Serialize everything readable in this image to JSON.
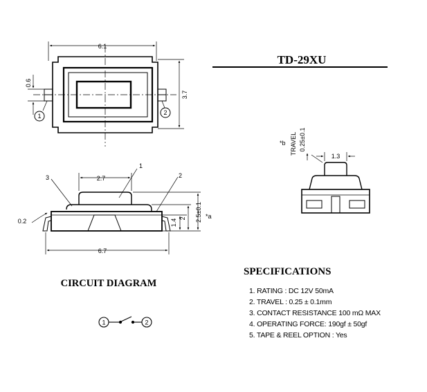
{
  "title": "TD-29XU",
  "top_view": {
    "dim_width": "6.1",
    "dim_height": "3.7",
    "dim_terminal": "0.6",
    "terminal_1": "1",
    "terminal_2": "2"
  },
  "side_view": {
    "dim_actuator": "2.7",
    "dim_width": "6.7",
    "dim_pin": "0.2",
    "dim_body": "1.4",
    "dim_total_a": "2",
    "dim_total_b": "2.5±0.1",
    "star_a": "*a",
    "callout_1": "1",
    "callout_2": "2",
    "callout_3": "3"
  },
  "travel_view": {
    "star_b": "*b",
    "travel_label": "TRAVEL",
    "travel_value": "0.25±0.1",
    "dim_actuator": "1.3"
  },
  "circuit": {
    "heading": "CIRCUIT  DIAGRAM",
    "terminal_1": "1",
    "terminal_2": "2"
  },
  "specifications": {
    "heading": "SPECIFICATIONS",
    "items": [
      "1. RATING : DC 12V  50mA",
      "2. TRAVEL : 0.25 ± 0.1mm",
      "3. CONTACT  RESISTANCE 100 mΩ MAX",
      "4. OPERATING FORCE: 190gf ± 50gf",
      "5. TAPE & REEL OPTION : Yes"
    ]
  }
}
